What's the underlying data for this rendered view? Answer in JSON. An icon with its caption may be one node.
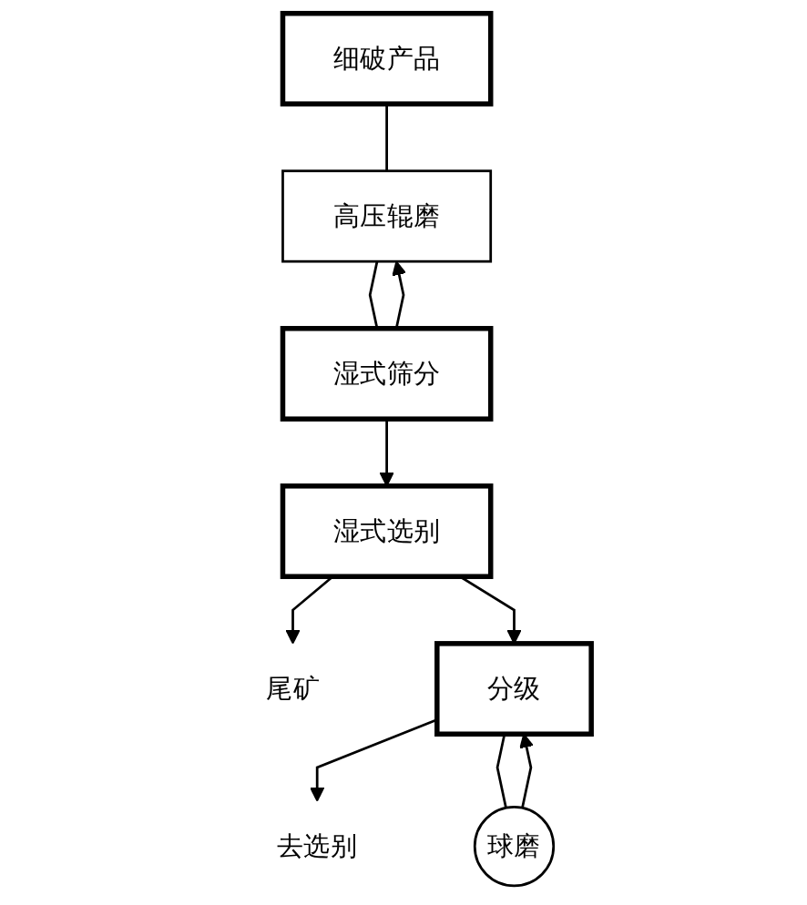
{
  "diagram": {
    "nodes": [
      {
        "text": [
          "细破产品"
        ]
      },
      {
        "text": [
          "高压辊磨"
        ]
      },
      {
        "text": [
          "湿式筛分"
        ]
      },
      {
        "text": [
          "湿式选别"
        ]
      },
      {
        "text": [
          "尾矿"
        ]
      },
      {
        "text": [
          "分级"
        ]
      },
      {
        "text": [
          "球磨"
        ]
      },
      {
        "text": [
          "去选别"
        ]
      }
    ],
    "edges": [
      {
        "from": 0,
        "to": 1,
        "arrow": "none"
      },
      {
        "from": 1,
        "to": 2,
        "arrow": "none"
      },
      {
        "from": 2,
        "to": 3,
        "arrow": "to"
      },
      {
        "from": 2,
        "to": 1,
        "arrow": "to"
      },
      {
        "from": 3,
        "to": 5,
        "arrow": "to"
      },
      {
        "from": 3,
        "to": 4,
        "arrow": "to"
      },
      {
        "from": 5,
        "to": 7,
        "arrow": "to"
      },
      {
        "from": 5,
        "to": 6,
        "arrow": "none"
      },
      {
        "from": 6,
        "to": 5,
        "arrow": "to"
      }
    ]
  }
}
